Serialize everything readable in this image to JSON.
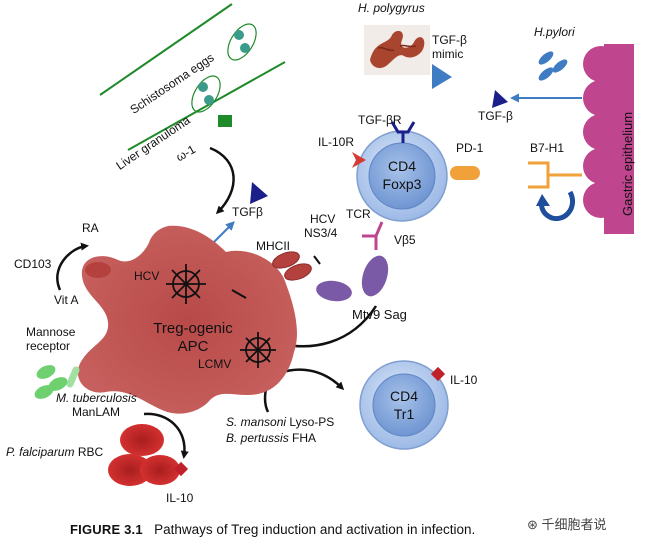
{
  "labels": {
    "h_polygyrus": "H. polygyrus",
    "tgfb_mimic_1": "TGF-β",
    "tgfb_mimic_2": "mimic",
    "h_pylori": "H.pylori",
    "tgfb_epithelium": "TGF-β",
    "gastric_epithelium": "Gastric epithelium",
    "b7h1": "B7-H1",
    "schisto_eggs": "Schistosoma eggs",
    "liver_granuloma": "Liver granuloma",
    "omega1": "ω-1",
    "tgfbr": "TGF-βR",
    "il10r": "IL-10R",
    "pd1": "PD-1",
    "cd4_foxp3_1": "CD4",
    "cd4_foxp3_2": "Foxp3",
    "tgfb_apc": "TGFβ",
    "hcv_ns34_1": "HCV",
    "hcv_ns34_2": "NS3/4",
    "tcr": "TCR",
    "vb5": "Vβ5",
    "mhcii": "MHCII",
    "ra": "RA",
    "cd103": "CD103",
    "vit_a": "Vit A",
    "hcv_apc": "HCV",
    "apc_1": "Treg-ogenic",
    "apc_2": "APC",
    "mtv9": "Mtv9 Sag",
    "mannose_1": "Mannose",
    "mannose_2": "receptor",
    "mtb_italic": "M. tuberculosis",
    "manlam": "ManLAM",
    "lcmv": "LCMV",
    "il10_tr1": "IL-10",
    "cd4_tr1_1": "CD4",
    "cd4_tr1_2": "Tr1",
    "s_mansoni_italic": "S. mansoni",
    "lyso_ps": " Lyso-PS",
    "b_pertussis_italic": "B. pertussis",
    "fha": " FHA",
    "p_falciparum_italic": "P. falciparum",
    "rbc": " RBC",
    "il10_bottom": "IL-10"
  },
  "caption": {
    "figure": "FIGURE 3.1",
    "text": "Pathways of Treg induction and activation in infection."
  },
  "watermark": "千细胞者说",
  "colors": {
    "apc": "#b5413f",
    "treg_cell": "#a9c4ea",
    "treg_nucleus": "#7fa3da",
    "green": "#1f8a2a",
    "magenta": "#c0458f",
    "purple": "#7a5aa6",
    "navy": "#1b1f8a",
    "red_receptor": "#d43b34",
    "orange": "#f0a13a",
    "blue_arrow": "#3f7cc4",
    "rbc": "#cf2d2d",
    "light_green": "#6fd06f"
  }
}
